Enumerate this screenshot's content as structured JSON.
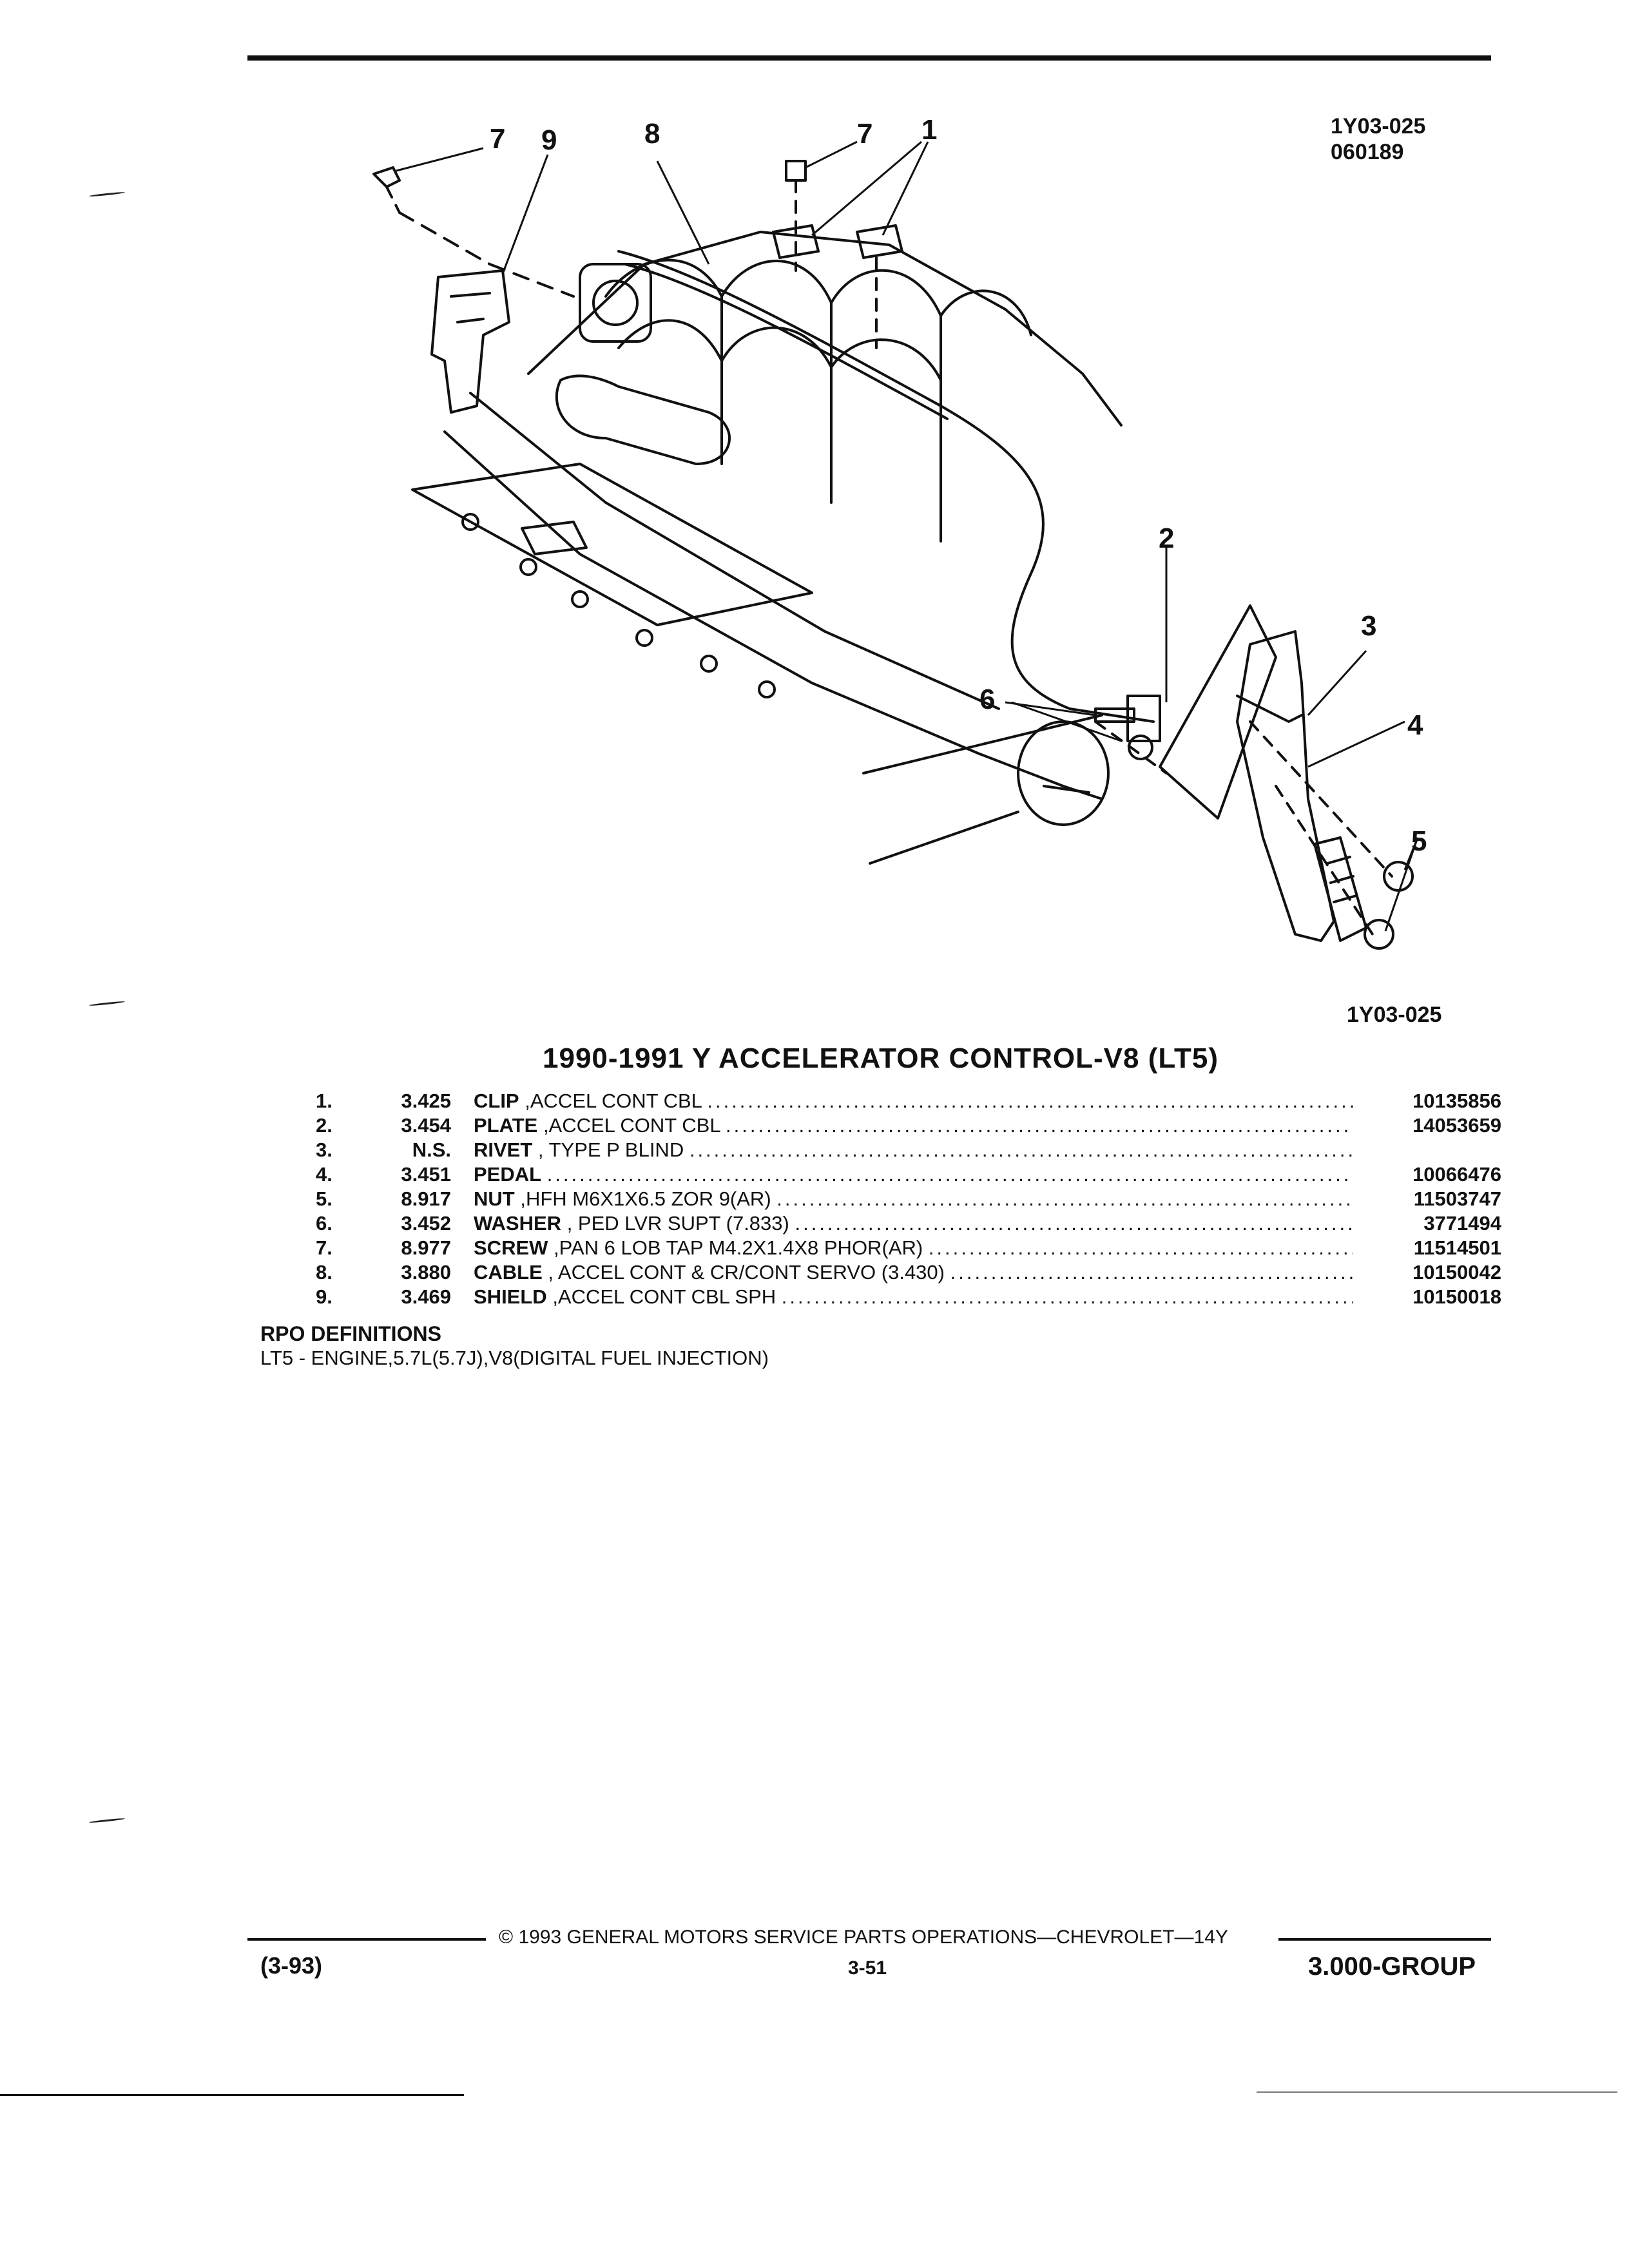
{
  "header": {
    "code_lines": [
      "1Y03-025",
      "060189"
    ]
  },
  "diagram": {
    "callouts": [
      "7",
      "9",
      "8",
      "7",
      "1",
      "2",
      "3",
      "4",
      "6",
      "5"
    ],
    "caption": "1Y03-025"
  },
  "section": {
    "title": "1990-1991 Y ACCELERATOR CONTROL-V8 (LT5)"
  },
  "parts": [
    {
      "num": "1.",
      "ref": "3.425",
      "name": "CLIP",
      "detail": ",ACCEL CONT CBL",
      "part_no": "10135856"
    },
    {
      "num": "2.",
      "ref": "3.454",
      "name": "PLATE",
      "detail": ",ACCEL CONT CBL",
      "part_no": "14053659"
    },
    {
      "num": "3.",
      "ref": "N.S.",
      "name": "RIVET",
      "detail": ", TYPE P BLIND",
      "part_no": ""
    },
    {
      "num": "4.",
      "ref": "3.451",
      "name": "PEDAL",
      "detail": "",
      "part_no": "10066476"
    },
    {
      "num": "5.",
      "ref": "8.917",
      "name": "NUT",
      "detail": ",HFH M6X1X6.5 ZOR 9(AR)",
      "part_no": "11503747"
    },
    {
      "num": "6.",
      "ref": "3.452",
      "name": "WASHER",
      "detail": ", PED LVR SUPT (7.833)",
      "part_no": "3771494"
    },
    {
      "num": "7.",
      "ref": "8.977",
      "name": "SCREW",
      "detail": ",PAN 6 LOB TAP M4.2X1.4X8 PHOR(AR)",
      "part_no": "11514501"
    },
    {
      "num": "8.",
      "ref": "3.880",
      "name": "CABLE",
      "detail": ", ACCEL CONT & CR/CONT SERVO (3.430)",
      "part_no": "10150042"
    },
    {
      "num": "9.",
      "ref": "3.469",
      "name": "SHIELD",
      "detail": ",ACCEL CONT CBL SPH",
      "part_no": "10150018"
    }
  ],
  "rpo": {
    "heading": "RPO DEFINITIONS",
    "line": "LT5 - ENGINE,5.7L(5.7J),V8(DIGITAL FUEL INJECTION)"
  },
  "footer": {
    "copyright": "© 1993 GENERAL MOTORS SERVICE PARTS OPERATIONS—CHEVROLET—14Y",
    "revision": "(3-93)",
    "page": "3-51",
    "group": "3.000-GROUP"
  }
}
